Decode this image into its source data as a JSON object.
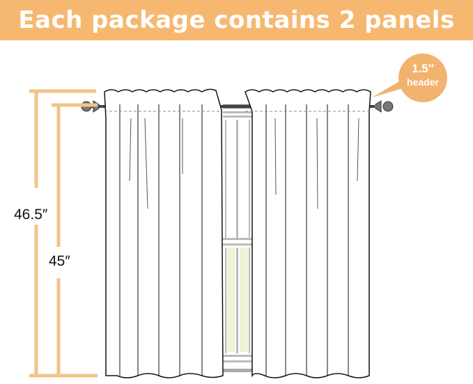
{
  "banner": {
    "title": "Each package contains 2 panels",
    "color": "#f6b871"
  },
  "dimensions": {
    "total_length": "46.5″",
    "panel_length": "45″",
    "header": {
      "size": "1.5″",
      "label": "header"
    },
    "line_color": "#f0c48a"
  },
  "illustration": {
    "panels": 2,
    "subject": "rod pocket curtain panels on rod with window"
  }
}
